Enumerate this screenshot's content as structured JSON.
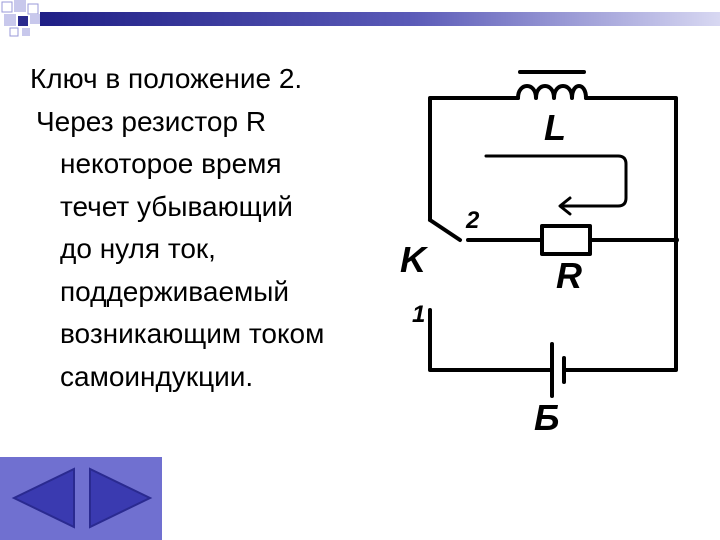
{
  "slide": {
    "lines": [
      "Ключ в положение 2.",
      "Через резистор R",
      "некоторое время",
      "течет убывающий",
      "до нуля ток,",
      "поддерживаемый",
      "возникающим током",
      "самоиндукции."
    ]
  },
  "diagram": {
    "inductor_label": "L",
    "resistor_label": "R",
    "battery_label": "Б",
    "switch_label": "K",
    "switch_pos_2": "2",
    "switch_pos_1": "1"
  },
  "navigation": {
    "prev_icon": "triangle-left-icon",
    "next_icon": "triangle-right-icon"
  },
  "colors": {
    "band_dark": "#2a2a8e",
    "band_light": "#c8c8ec",
    "nav_bg": "#7070d0",
    "nav_arrow": "#3a3ab0"
  }
}
